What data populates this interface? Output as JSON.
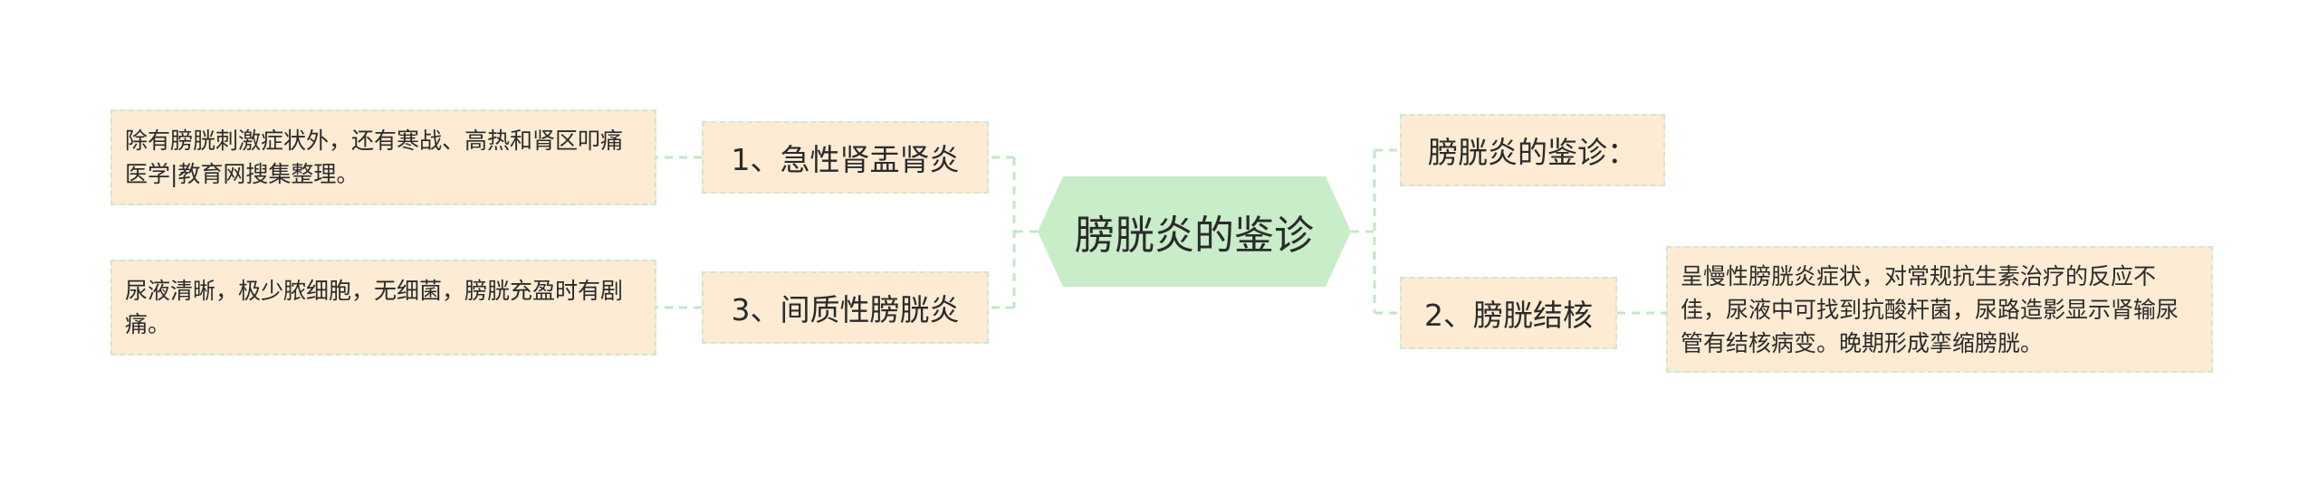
{
  "colors": {
    "center_fill": "#c9ecc9",
    "node_fill": "#fdebd3",
    "node_border": "#cfe8cf",
    "connector": "#c6e6c6",
    "text": "#2b2b2b"
  },
  "mindmap": {
    "center": "膀胱炎的鉴诊",
    "left": [
      {
        "topic": "1、急性肾盂肾炎",
        "detail": "除有膀胱刺激症状外，还有寒战、高热和肾区叩痛医学|教育网搜集整理。"
      },
      {
        "topic": "3、间质性膀胱炎",
        "detail": "尿液清晰，极少脓细胞，无细菌，膀胱充盈时有剧痛。"
      }
    ],
    "right": [
      {
        "topic": "膀胱炎的鉴诊："
      },
      {
        "topic": "2、膀胱结核",
        "detail": "呈慢性膀胱炎症状，对常规抗生素治疗的反应不佳，尿液中可找到抗酸杆菌，尿路造影显示肾输尿管有结核病变。晚期形成挛缩膀胱。"
      }
    ]
  }
}
